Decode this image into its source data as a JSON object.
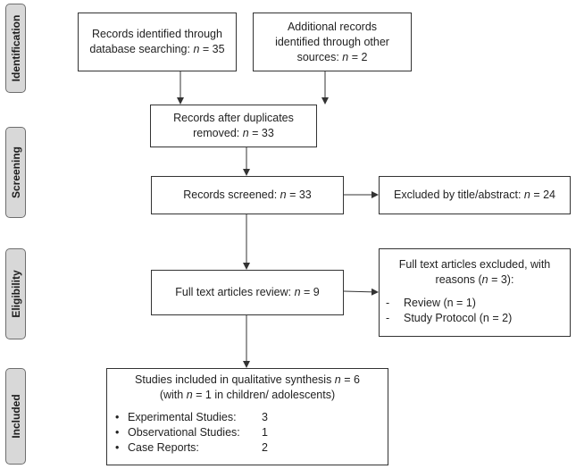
{
  "phases": {
    "identification": "Identification",
    "screening": "Screening",
    "eligibility": "Eligibility",
    "included": "Included"
  },
  "boxes": {
    "database": {
      "line1": "Records identified through",
      "line2_prefix": "database searching: ",
      "n_label": "n",
      "line2_suffix": " = 35"
    },
    "other": {
      "line1": "Additional records",
      "line2": "identified through other",
      "line3_prefix": "sources: ",
      "n_label": "n",
      "line3_suffix": " = 2"
    },
    "dedup": {
      "line1": "Records after duplicates",
      "line2_prefix": "removed: ",
      "n_label": "n",
      "line2_suffix": " = 33"
    },
    "screened": {
      "prefix": "Records screened: ",
      "n_label": "n",
      "suffix": " = 33"
    },
    "excluded_title": {
      "prefix": "Excluded by title/abstract: ",
      "n_label": "n",
      "suffix": " = 24"
    },
    "fulltext": {
      "prefix": "Full text articles review: ",
      "n_label": "n",
      "suffix": " = 9"
    },
    "excluded_fulltext": {
      "line1": "Full text articles excluded, with",
      "line2_prefix": "reasons (",
      "n_label": "n",
      "line2_suffix": " = 3):",
      "reasons": [
        {
          "dash": "-",
          "label": "Review (n = 1)"
        },
        {
          "dash": "-",
          "label": "Study Protocol (n = 2)"
        }
      ]
    },
    "included": {
      "line1_prefix": "Studies included in qualitative synthesis ",
      "n_label1": "n",
      "line1_suffix": " = 6",
      "line2_prefix": "(with ",
      "n_label2": "n",
      "line2_suffix": " = 1 in children/ adolescents)",
      "studies": [
        {
          "bullet": "•",
          "label": "Experimental Studies:",
          "count": "3"
        },
        {
          "bullet": "•",
          "label": "Observational Studies:",
          "count": "1"
        },
        {
          "bullet": "•",
          "label": "Case Reports:",
          "count": "2"
        }
      ]
    }
  },
  "colors": {
    "phase_fill": "#d8d8d8",
    "phase_border": "#6e6e6e",
    "line": "#333333"
  }
}
